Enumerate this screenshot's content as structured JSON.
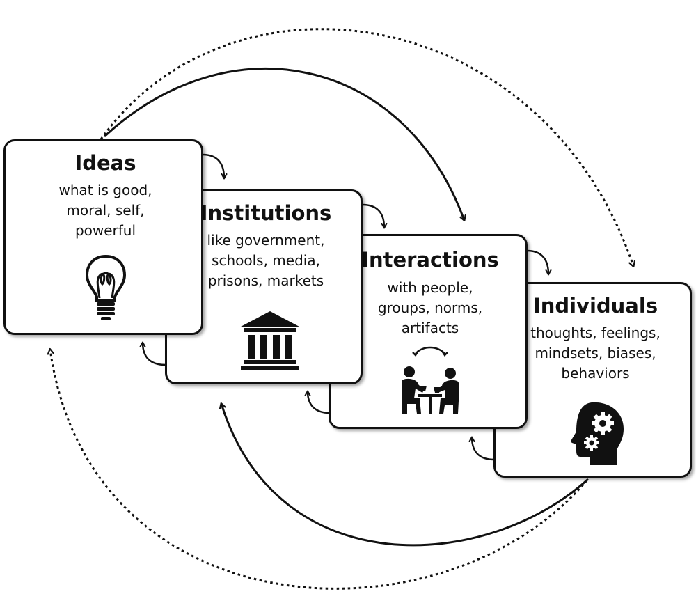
{
  "cards": {
    "ideas": {
      "title": "Ideas",
      "lines": [
        "what is good,",
        "moral, self,",
        "powerful"
      ],
      "icon": "lightbulb-icon"
    },
    "institutions": {
      "title": "Institutions",
      "lines": [
        "like government,",
        "schools, media,",
        "prisons, markets"
      ],
      "icon": "government-building-icon"
    },
    "interactions": {
      "title": "Interactions",
      "lines": [
        "with people,",
        "groups, norms,",
        "artifacts"
      ],
      "icon": "people-interacting-icon"
    },
    "individuals": {
      "title": "Individuals",
      "lines": [
        "thoughts, feelings,",
        "mindsets, biases,",
        "behaviors"
      ],
      "icon": "head-gears-icon"
    }
  },
  "colors": {
    "stroke": "#111111",
    "background": "#ffffff"
  }
}
